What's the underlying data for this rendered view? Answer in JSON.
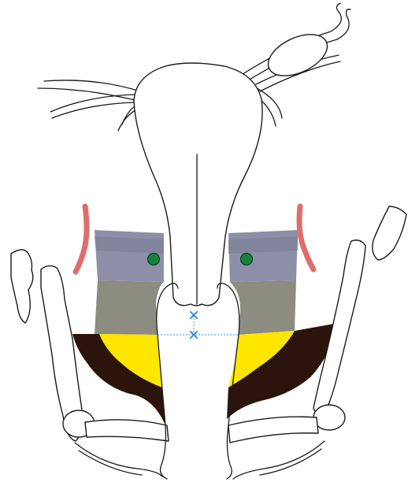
{
  "diagram": {
    "type": "anatomical-illustration",
    "text_labels": [],
    "colors": {
      "lavender_gray_layer": "#8d8fa8",
      "lavender_gray_band": "#7f8298",
      "gray_green_layer": "#8c8c80",
      "yellow_layer": "#ffe600",
      "dark_brown_layer": "#2b140b",
      "vessel_red": "#e06d6d",
      "green_dot": "#14823c",
      "marker_blue": "#3a8fd8",
      "outline": "#1a1a1a"
    },
    "markers": [
      {
        "kind": "cross",
        "color": "marker_blue",
        "count": 2
      },
      {
        "kind": "dot",
        "color": "green_dot",
        "count": 2
      }
    ]
  }
}
